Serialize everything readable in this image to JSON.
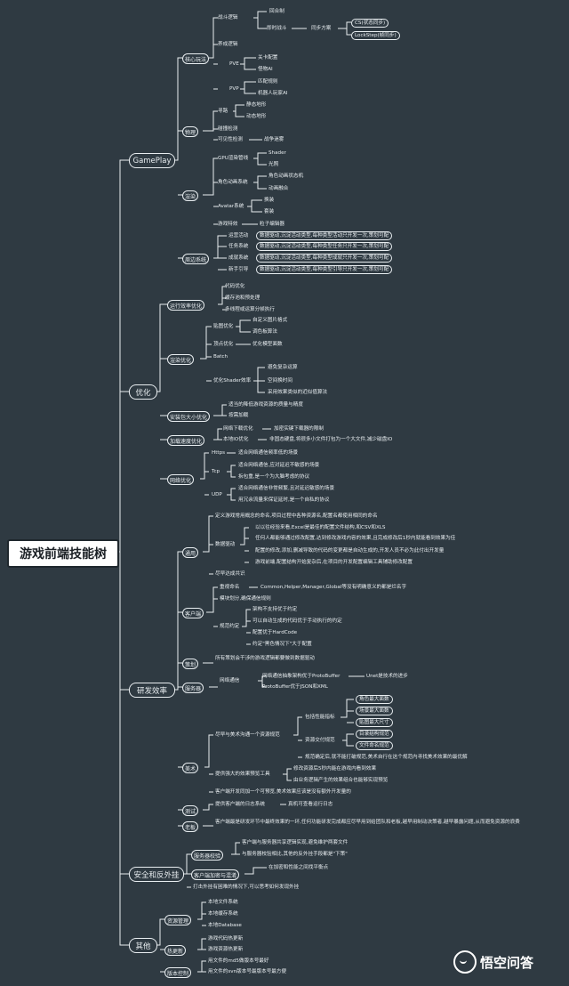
{
  "root": "游戏前端技能树",
  "branches": {
    "gameplay": "GamePlay",
    "optimize": "优化",
    "efficiency": "研发效率",
    "security": "安全和反外挂",
    "other": "其他"
  },
  "gameplay": {
    "core": "核心玩法",
    "combat": "战斗逻辑",
    "turn": "回合制",
    "realtime": "即时战斗",
    "sync": "同步方案",
    "cs": "CS(状态同步)",
    "lockstep": "LockStep(帧同步)",
    "nurture": "养成逻辑",
    "pve": "PVE",
    "level_cfg": "关卡配置",
    "monster_ai": "怪物AI",
    "pvp": "PVP",
    "match": "匹配规则",
    "bot_ai": "机器人玩家AI",
    "physics": "物理",
    "pathfind": "寻路",
    "static_map": "静态地形",
    "dynamic_map": "动态地形",
    "collision": "碰撞检测",
    "visibility": "可见性检测",
    "fog": "战争迷雾",
    "render": "渲染",
    "gpu": "GPU渲染管线",
    "shader": "Shader",
    "light": "光照",
    "anim_sys": "角色动画系统",
    "anim_state": "角色动画状态机",
    "anim_blend": "动画融合",
    "avatar": "Avatar系统",
    "skin": "换装",
    "mount": "套装",
    "fx": "游戏特效",
    "particle": "粒子编辑器",
    "periphery": "周边系统",
    "activity": "运营活动",
    "quest": "任务系统",
    "achieve": "成就系统",
    "guide": "新手引导",
    "activity_desc": "数据驱动,沉淀活动类型,每种类型活动只开发一次,策划可配",
    "quest_desc": "数据驱动,沉淀活动类型,每种类型任务只开发一次,策划可配",
    "achieve_desc": "数据驱动,沉淀活动类型,每种类型成就只开发一次,策划可配",
    "guide_desc": "数据驱动,沉淀活动类型,每种类型引导只开发一次,策划可配"
  },
  "optimize": {
    "runtime": "运行效率优化",
    "code": "代码优化",
    "cache": "缓存池和预处理",
    "multithread": "多线程或运算分帧执行",
    "render_opt": "渲染优化",
    "atlas": "贴图优化",
    "custom_fmt": "自定义图片格式",
    "scale": "调色板算法",
    "vertex": "顶点优化",
    "model_count": "优化模型面数",
    "batch": "Batch",
    "shader_eff": "优化Shader效率",
    "avoid_calc": "避免复杂运算",
    "space_time": "空间换时间",
    "approx": "采用效果类似的近似值算法",
    "pkg": "安装包大小优化",
    "res_quality": "适当的降低游戏资源的质量与精度",
    "on_demand": "按需加载",
    "loading": "加载速度优化",
    "net_load": "网络下载优化",
    "compress": "加密实键下载器的限制",
    "local_io": "本地IO优化",
    "disk_io": "非固态硬盘,将很多小文件打包为一个大文件,减少磁盘IO",
    "net": "网络优化",
    "https": "Https",
    "https_desc": "适合网络通信频率低的场景",
    "tcp": "Tcp",
    "tcp_desc": "适合网络通信,应对延迟不敏感的场景",
    "tcp_desc2": "拆包重,是一个为大脑考虑的协议",
    "udp": "UDP",
    "udp_desc": "适合网络通信非常频繁,且对延迟敏感的场景",
    "udp_desc2": "用冗余流量来保证延时,是一个自私的协议"
  },
  "efficiency": {
    "common": "通用",
    "naming": "定义游戏常用概念的命名,项目过程中各种资源名,配置名都使用相同的命名",
    "data_driven": "数据驱动",
    "dd1": "以以往经验来看,Excel是最佳的配置文件结构,和CSV和XLS",
    "dd2": "任何人都能够通过修改配置,达到修改游戏内容的效果,且完成修改后1秒内就能看到效果为佳",
    "dd3": "配置的修改,添加,删减导致的代码的变更都是自动生成的,开发人员不必为此付出开发量",
    "dd4": "游戏前端,配置结构开始复杂后,在项目的开发配置编辑工具辅助修改配置",
    "knowledge": "尽早达成共识",
    "client": "客户端",
    "rename": "重视命名",
    "rename_desc": "Common,Helper,Manager,Global等没有明确意义的都是烂名字",
    "module": "模块划分,确保通信规则",
    "rule": "规范约定",
    "arch": "架构不支持优于约定",
    "autogen": "可以自动生成的代码优于手动执行的约定",
    "hardcode": "配置优于HardCode",
    "convention": "约定\"黑色情况下\"大于配置",
    "plan": "策划",
    "plan_desc": "所有策划会干涉的游戏逻辑都要做到数据驱动",
    "server": "服务器",
    "netcomm": "网络通信",
    "proto1": "网络通信抽象架构优于ProtoBuffer",
    "proto1b": "Unet是技术的进步",
    "proto2": "ProtoBuffer优于JSON和XML",
    "art": "美术",
    "align": "尽早与美术沟通一个资源规范",
    "perf": "包括性能指标",
    "tri": "角色最大面数",
    "scene_max": "场景最大面数",
    "tex_max": "贴图最大尺寸",
    "submit": "资源交付规范",
    "dir": "目录结构规范",
    "file_name": "文件命名规范",
    "spec_after": "规范确定后,就不能打破规范,美术自行在这个规范内寻找美术效果的最优解",
    "preview": "提供强大的效果预览工具",
    "preview1": "修改资源后5秒内能在游戏内看到效果",
    "preview2": "由业务逻辑产生的效果组合也能够实现预览",
    "client_opt": "客户端开发同加一个可预览,美术效果应该是没有额外开发量的",
    "test": "测试",
    "test_log": "提供客户端的日志系统",
    "test_log2": "真机可查看运行日志",
    "boss": "老板",
    "boss_desc": "客户端最是研发环节中最终效果的一环,任何功能研发完成都应尽早用到给团队和老板,越早用制动决策者,越早暴露问题,从而避免资源的浪费"
  },
  "security": {
    "server_check": "服务器校验",
    "sc1": "客户端与服务器共享逻辑实现,避免维护两套文件",
    "sc2": "与服务器校验相比,其他的反外挂手段都是\"下策\"",
    "client_enc": "客户端加密与混淆",
    "ce1": "在加密和性能之间找平衡点",
    "think": "打击外挂有困难的情况下,可以思考如何发现外挂"
  },
  "other": {
    "res_mgr": "资源管理",
    "file_sys": "本地文件系统",
    "cache_sys": "本地缓存系统",
    "database": "本地Database",
    "hotfix": "热更新",
    "hot1": "游戏代码热更新",
    "hot2": "游戏资源热更新",
    "version": "版本控制",
    "ver1": "用文件的md5做版本号最好",
    "ver2": "用文件的svn版本号最版本号最方便"
  },
  "watermark": "悟空问答"
}
